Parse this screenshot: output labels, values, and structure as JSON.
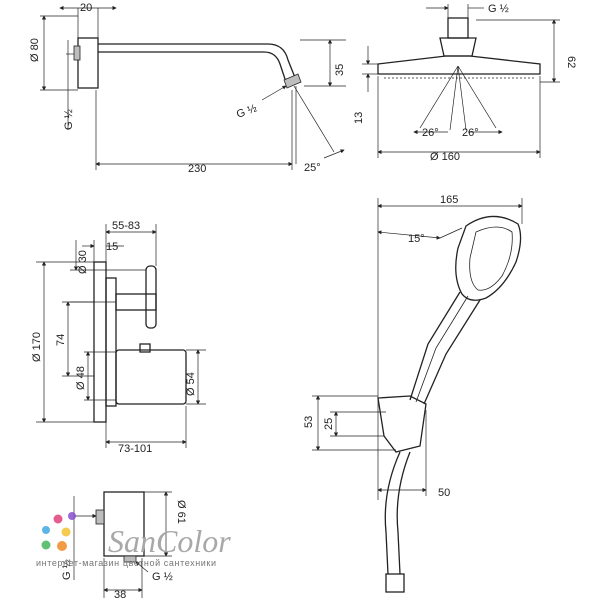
{
  "shower_arm": {
    "width_20": "20",
    "diameter_80": "Ø 80",
    "thread_left": "G ½",
    "thread_right": "G ½",
    "drop_35": "35",
    "length_230": "230",
    "angle_25": "25°"
  },
  "overhead_shower": {
    "thread": "G ½",
    "height_62": "62",
    "height_13": "13",
    "angle_left": "26°",
    "angle_right": "26°",
    "diameter_160": "Ø 160"
  },
  "thermostat": {
    "depth_55_83": "55-83",
    "offset_15": "15",
    "diameter_30": "Ø 30",
    "height_170": "Ø 170",
    "spacing_74": "74",
    "diameter_48": "Ø 48",
    "diameter_54": "Ø 54",
    "depth_73_101": "73-101"
  },
  "wall_outlet": {
    "diameter_61": "Ø 61",
    "thread_left": "G ½",
    "thread_right": "G ½",
    "depth_38": "38"
  },
  "hand_shower": {
    "width_165": "165",
    "angle_15": "15°",
    "height_53": "53",
    "height_25": "25",
    "offset_50": "50"
  },
  "watermark": {
    "brand": "SanColor",
    "tagline": "интернет-магазин цветной сантехники",
    "dot_colors": [
      "#e0407a",
      "#8a4fd0",
      "#3fa8e0",
      "#f2c230",
      "#45b55a",
      "#f08a24"
    ]
  }
}
